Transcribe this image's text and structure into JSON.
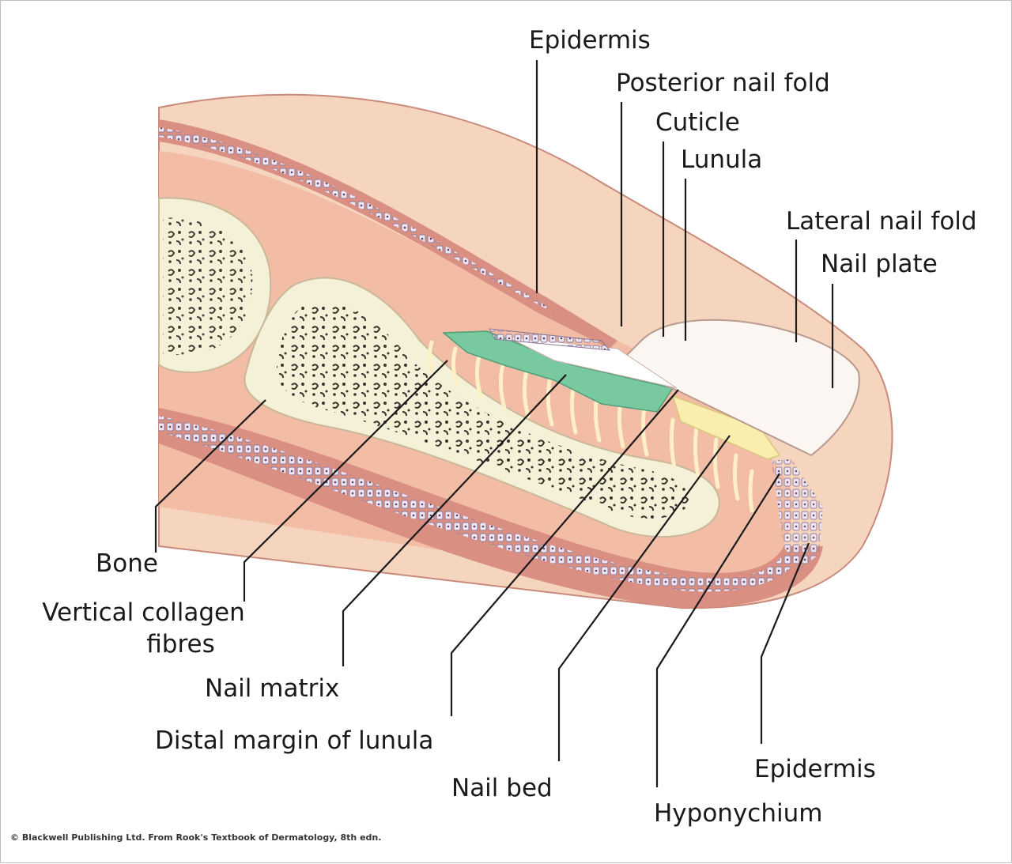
{
  "labels": {
    "epidermis_top": "Epidermis",
    "posterior_nail_fold": "Posterior nail fold",
    "cuticle": "Cuticle",
    "lunula": "Lunula",
    "lateral_nail_fold": "Lateral nail fold",
    "nail_plate": "Nail plate",
    "bone": "Bone",
    "vertical_collagen_line1": "Vertical collagen",
    "vertical_collagen_line2": "fibres",
    "nail_matrix": "Nail matrix",
    "distal_margin": "Distal margin of lunula",
    "nail_bed": "Nail bed",
    "epidermis_bottom": "Epidermis",
    "hyponychium": "Hyponychium"
  },
  "credit": "© Blackwell Publishing Ltd. From Rook's Textbook of Dermatology, 8th edn.",
  "colors": {
    "skin": "#f6d5bf",
    "dermis": "#f2bca5",
    "epidermis_band": "#d98f82",
    "bone": "#f4f1d8",
    "matrix": "#79c9a0",
    "lunula": "#f9eeae",
    "nail_plate": "#fbf6f2",
    "cells": "#ece6f4"
  }
}
